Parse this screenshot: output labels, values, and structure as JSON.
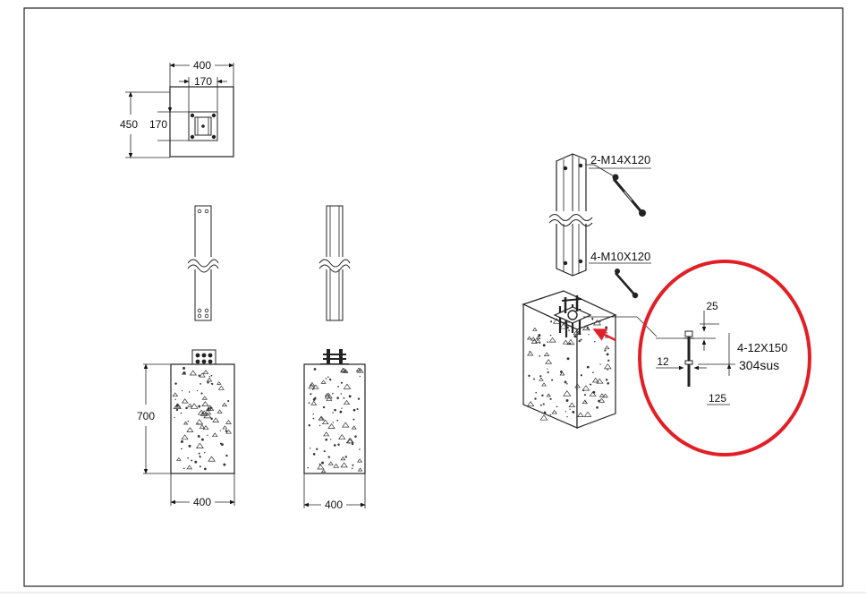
{
  "plan_view": {
    "width_label": "400",
    "inner_width_label": "170",
    "height_label": "450",
    "inner_height_label": "170"
  },
  "elevations": {
    "height_label": "700",
    "left_width_label": "400",
    "right_width_label": "400"
  },
  "iso_callouts": {
    "bolt_top": "2-M14X120",
    "bolt_bottom": "4-M10X120"
  },
  "detail": {
    "dim_top": "25",
    "dim_left": "12",
    "dim_bottom": "125",
    "anchor_spec": "4-12X150",
    "material": "304sus",
    "circle_color": "#e21f26"
  }
}
